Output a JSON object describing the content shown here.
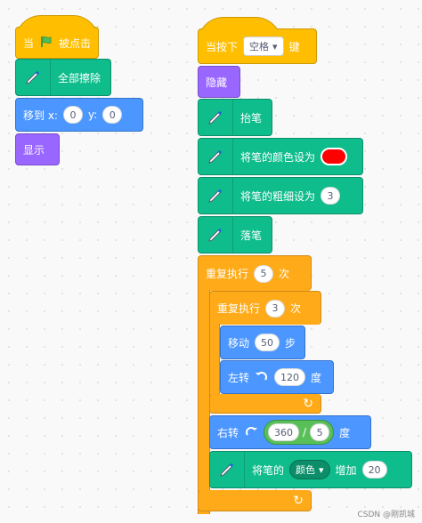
{
  "left_script": {
    "when_flag": {
      "when": "当",
      "clicked": "被点击"
    },
    "clear": {
      "label": "全部擦除"
    },
    "goto": {
      "label": "移到 x:",
      "x": "0",
      "ylabel": "y:",
      "y": "0"
    },
    "show": {
      "label": "显示"
    }
  },
  "right_script": {
    "when_key": {
      "prefix": "当按下",
      "key": "空格",
      "suffix": "键"
    },
    "hide": {
      "label": "隐藏"
    },
    "pen_up": {
      "label": "抬笔"
    },
    "set_color": {
      "label": "将笔的颜色设为",
      "color": "#ff0000"
    },
    "set_size": {
      "label": "将笔的粗细设为",
      "value": "3"
    },
    "pen_down": {
      "label": "落笔"
    },
    "repeat_outer": {
      "label": "重复执行",
      "count": "5",
      "suffix": "次"
    },
    "repeat_inner": {
      "label": "重复执行",
      "count": "3",
      "suffix": "次"
    },
    "move": {
      "label": "移动",
      "steps": "50",
      "suffix": "步"
    },
    "turn_left": {
      "label": "左转",
      "degrees": "120",
      "suffix": "度"
    },
    "turn_right": {
      "label": "右转",
      "numerator": "360",
      "slash": "/",
      "denominator": "5",
      "suffix": "度"
    },
    "change_pen": {
      "prefix": "将笔的",
      "param": "颜色",
      "middle": "增加",
      "value": "20"
    },
    "loop_arrow": "↻"
  },
  "watermark": "CSDN @刚凯城",
  "colors": {
    "events": "#ffbf00",
    "pen": "#0fbd8c",
    "motion": "#4c97ff",
    "looks": "#9966ff",
    "control": "#ffab19",
    "operators": "#59c059"
  }
}
